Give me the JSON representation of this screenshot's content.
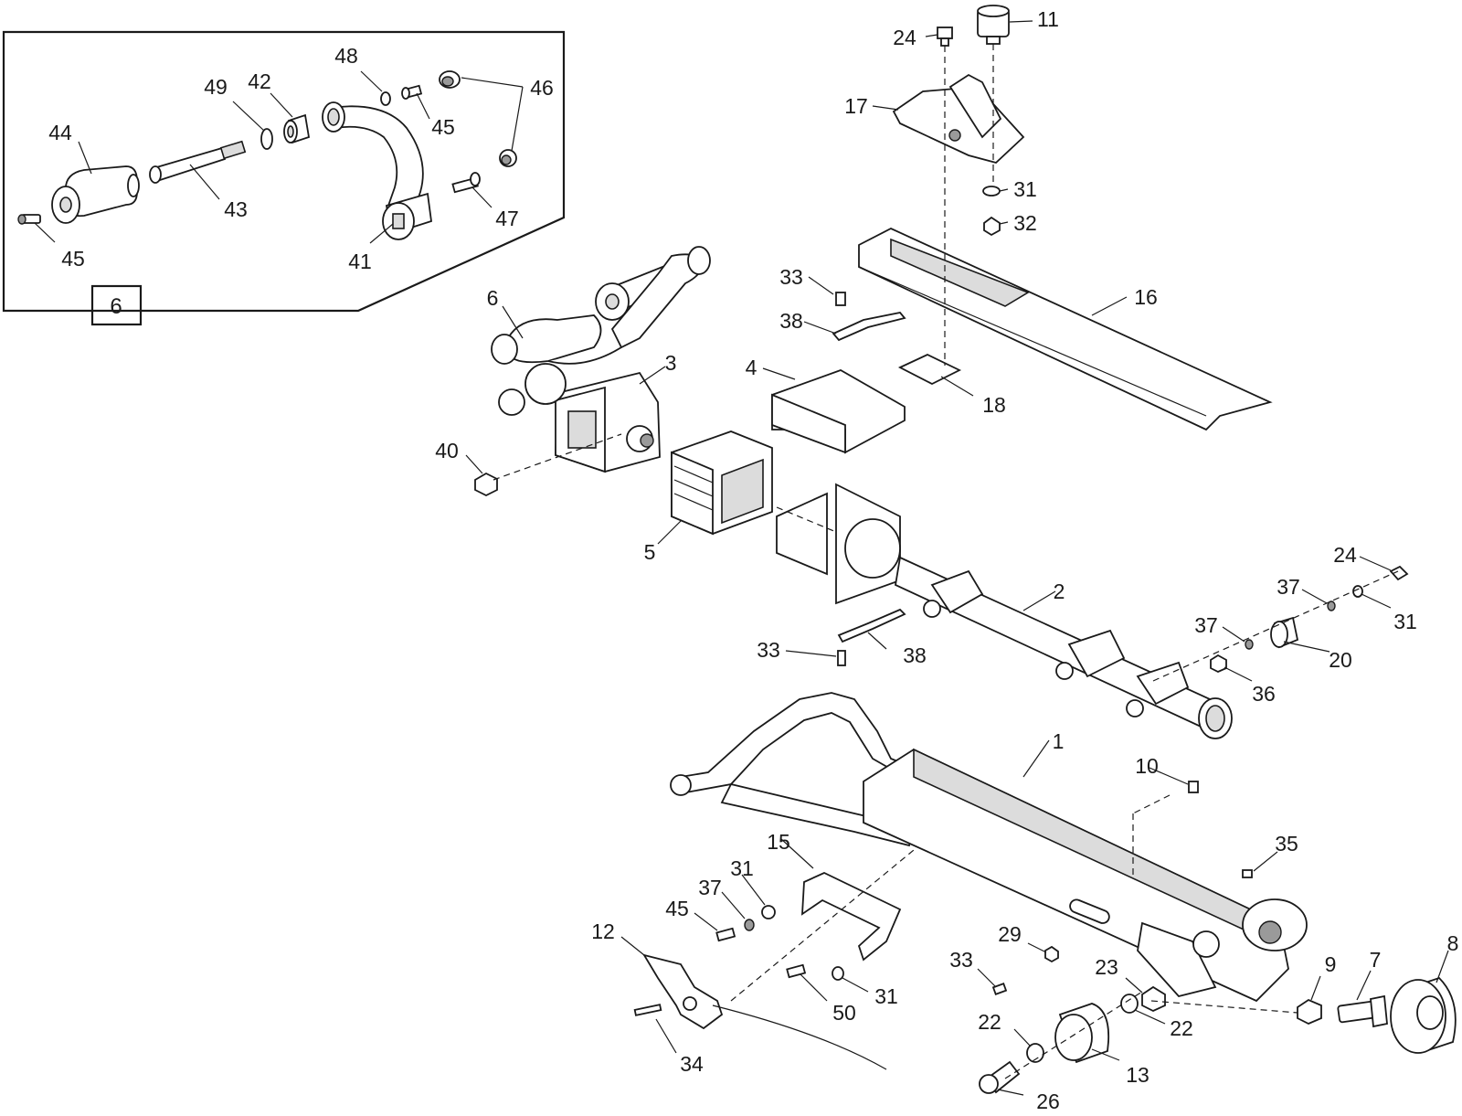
{
  "detail_box": {
    "number": "6"
  },
  "callouts": {
    "p1": "1",
    "p2": "2",
    "p3": "3",
    "p4": "4",
    "p5": "5",
    "p6": "6",
    "p7": "7",
    "p8": "8",
    "p9": "9",
    "p10": "10",
    "p11": "11",
    "p12": "12",
    "p13": "13",
    "p15": "15",
    "p16": "16",
    "p17": "17",
    "p18": "18",
    "p20": "20",
    "p22a": "22",
    "p22b": "22",
    "p23": "23",
    "p24a": "24",
    "p24b": "24",
    "p26": "26",
    "p29": "29",
    "p31a": "31",
    "p31b": "31",
    "p31c": "31",
    "p31d": "31",
    "p32": "32",
    "p33a": "33",
    "p33b": "33",
    "p33c": "33",
    "p34": "34",
    "p35": "35",
    "p36": "36",
    "p37a": "37",
    "p37b": "37",
    "p37c": "37",
    "p38a": "38",
    "p38b": "38",
    "p40": "40",
    "p41": "41",
    "p42": "42",
    "p43": "43",
    "p44": "44",
    "p45a": "45",
    "p45b": "45",
    "p45c": "45",
    "p46": "46",
    "p47": "47",
    "p48": "48",
    "p49": "49",
    "p50": "50"
  }
}
